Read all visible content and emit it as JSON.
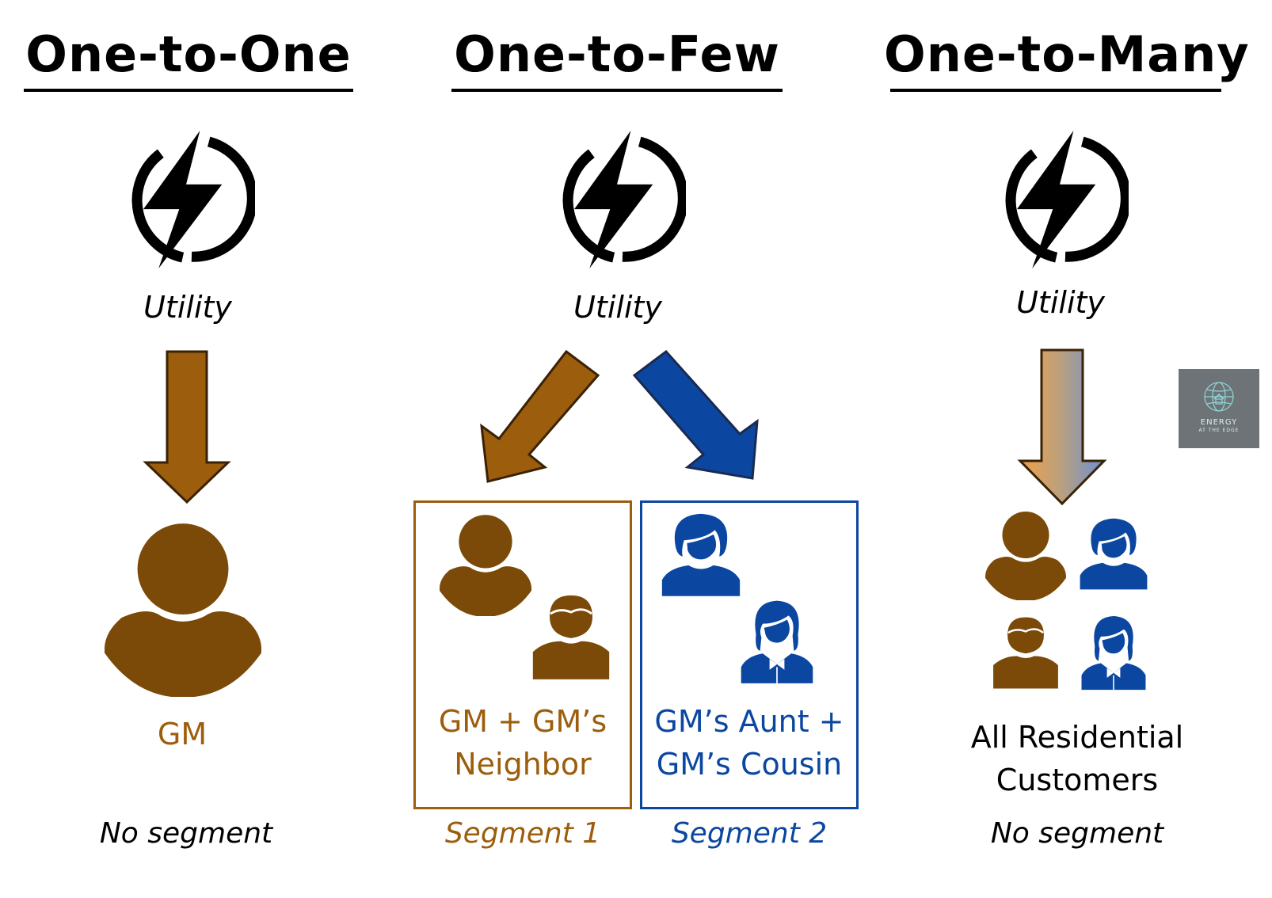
{
  "columns": [
    {
      "heading": "One-to-One",
      "source": "Utility",
      "target": "GM",
      "segment": "No segment"
    },
    {
      "heading": "One-to-Few",
      "source": "Utility",
      "groups": [
        {
          "label_line1": "GM + GM’s",
          "label_line2": "Neighbor",
          "segment": "Segment 1"
        },
        {
          "label_line1": "GM’s Aunt +",
          "label_line2": "GM’s Cousin",
          "segment": "Segment 2"
        }
      ]
    },
    {
      "heading": "One-to-Many",
      "source": "Utility",
      "target_line1": "All Residential",
      "target_line2": "Customers",
      "segment": "No segment"
    }
  ],
  "logo": {
    "line1": "ENERGY",
    "line2": "AT THE EDGE"
  },
  "colors": {
    "brown": "#9C5D0C",
    "brown_dark": "#7B4A08",
    "blue": "#0B47A1",
    "text": "#000000"
  },
  "icons": [
    "lightning-power-icon",
    "person-icon",
    "woman-icon",
    "boy-icon",
    "girl-icon"
  ]
}
